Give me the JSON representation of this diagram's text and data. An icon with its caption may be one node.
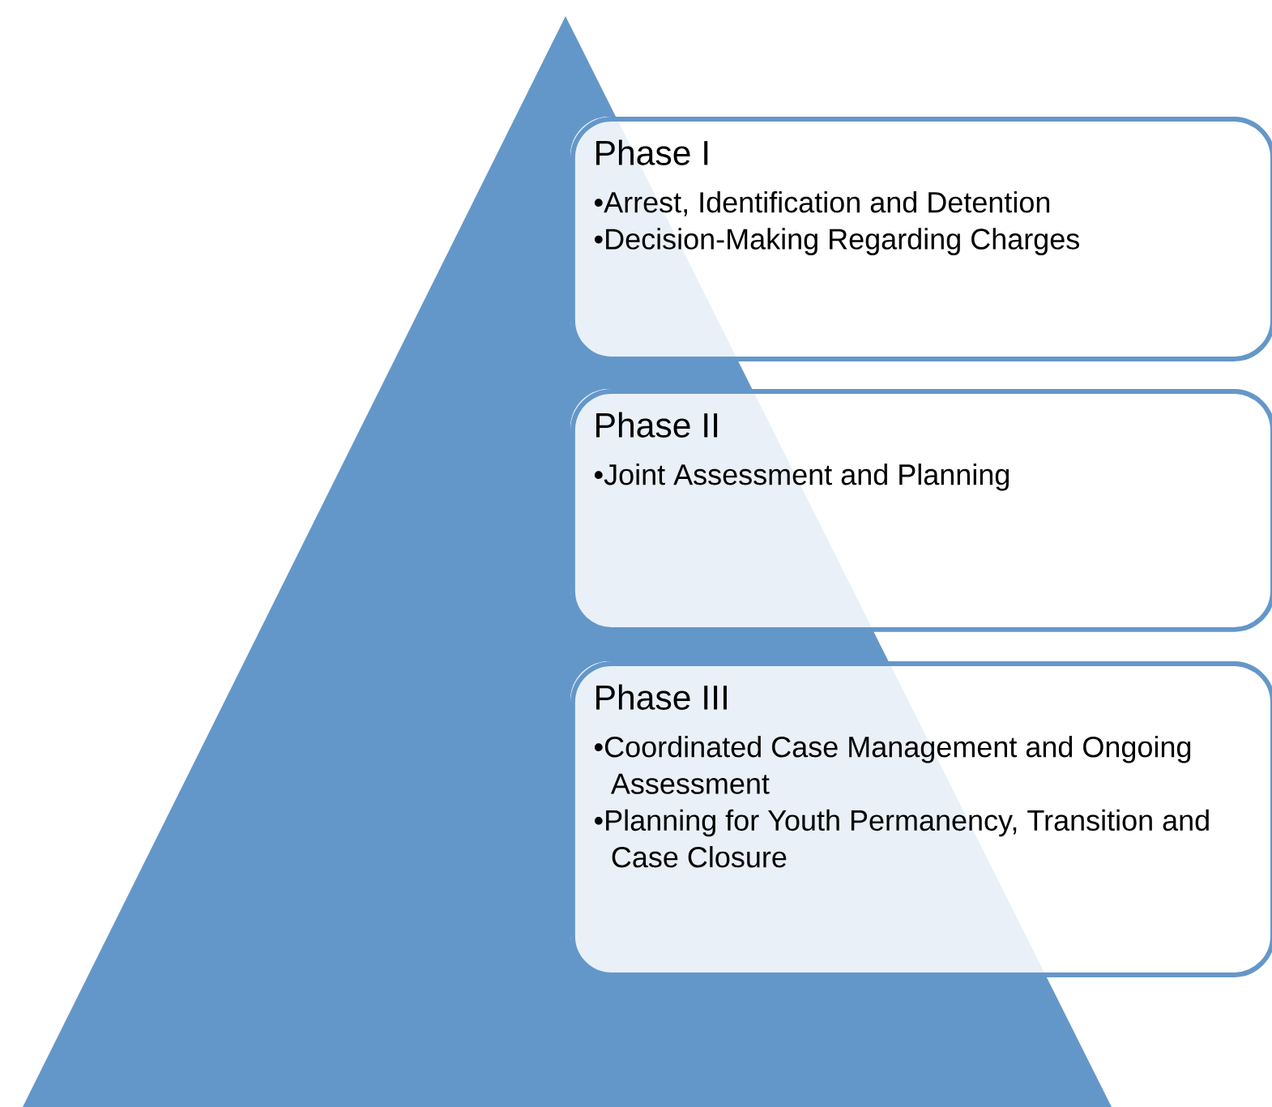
{
  "diagram": {
    "nodes": [
      {
        "text": [
          "Phase I",
          "•Arrest, Identification and Detention",
          "•Decision-Making Regarding Charges"
        ]
      },
      {
        "text": [
          "Phase II",
          "•Joint Assessment and Planning"
        ]
      },
      {
        "text": [
          "Phase III",
          "•Coordinated Case Management and Ongoing Assessment",
          "•Planning for Youth Permanency, Transition and Case Closure"
        ]
      }
    ]
  }
}
